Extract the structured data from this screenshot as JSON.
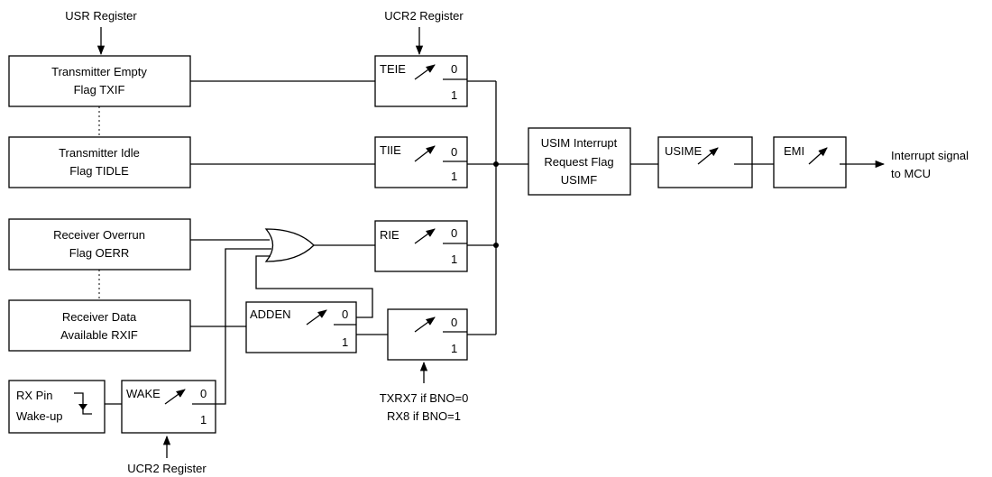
{
  "top_labels": {
    "usr_register": "USR Register",
    "ucr2_register_top": "UCR2 Register",
    "ucr2_register_bottom": "UCR2 Register"
  },
  "flags": {
    "txif": [
      "Transmitter Empty",
      "Flag TXIF"
    ],
    "tidle": [
      "Transmitter Idle",
      "Flag TIDLE"
    ],
    "oerr": [
      "Receiver Overrun",
      "Flag OERR"
    ],
    "rxif": [
      "Receiver Data",
      "Available RXIF"
    ],
    "rxpin": [
      "RX Pin",
      "Wake-up"
    ]
  },
  "switches": {
    "teie": "TEIE",
    "tiie": "TIIE",
    "rie": "RIE",
    "adden": "ADDEN",
    "wake": "WAKE",
    "usime": "USIME",
    "emi": "EMI",
    "state_0": "0",
    "state_1": "1"
  },
  "usim_flag": [
    "USIM Interrupt",
    "Request Flag",
    "USIMF"
  ],
  "output": [
    "Interrupt signal",
    "to MCU"
  ],
  "bit_select": [
    "TXRX7 if BNO=0",
    "RX8 if BNO=1"
  ]
}
